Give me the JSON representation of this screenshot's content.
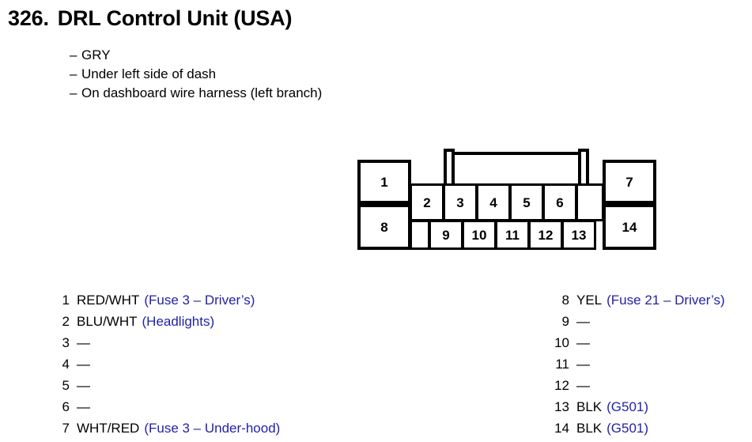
{
  "header": {
    "number": "326.",
    "title": "DRL Control Unit (USA)"
  },
  "location": {
    "dash": "–",
    "items": [
      "GRY",
      "Under left side of dash",
      "On dashboard wire harness (left branch)"
    ]
  },
  "connector": {
    "left_block": [
      "1",
      "8"
    ],
    "right_block": [
      "7",
      "14"
    ],
    "top_row": [
      "2",
      "3",
      "4",
      "5",
      "6"
    ],
    "bottom_row": [
      "9",
      "10",
      "11",
      "12",
      "13"
    ]
  },
  "pins": {
    "empty_marker": "—",
    "left": [
      {
        "num": "1",
        "wire": "RED/WHT",
        "note": "(Fuse 3 – Driver’s)"
      },
      {
        "num": "2",
        "wire": "BLU/WHT",
        "note": "(Headlights)"
      },
      {
        "num": "3",
        "wire": "—",
        "note": ""
      },
      {
        "num": "4",
        "wire": "—",
        "note": ""
      },
      {
        "num": "5",
        "wire": "—",
        "note": ""
      },
      {
        "num": "6",
        "wire": "—",
        "note": ""
      },
      {
        "num": "7",
        "wire": "WHT/RED",
        "note": "(Fuse 3 – Under-hood)"
      }
    ],
    "right": [
      {
        "num": "8",
        "wire": "YEL",
        "note": "(Fuse 21 – Driver’s)"
      },
      {
        "num": "9",
        "wire": "—",
        "note": ""
      },
      {
        "num": "10",
        "wire": "—",
        "note": ""
      },
      {
        "num": "11",
        "wire": "—",
        "note": ""
      },
      {
        "num": "12",
        "wire": "—",
        "note": ""
      },
      {
        "num": "13",
        "wire": "BLK",
        "note": "(G501)"
      },
      {
        "num": "14",
        "wire": "BLK",
        "note": "(G501)"
      }
    ]
  },
  "colors": {
    "note_blue": "#2222aa",
    "line_black": "#000000"
  }
}
